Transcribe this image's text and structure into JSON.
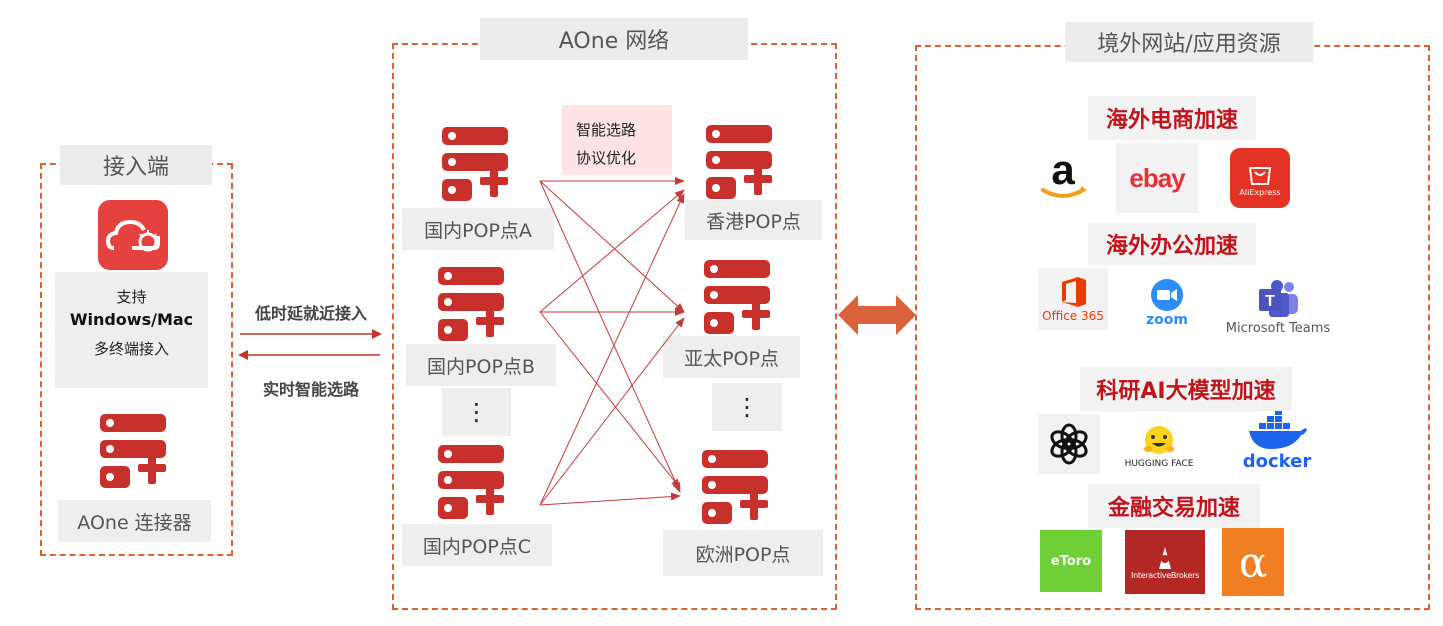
{
  "access": {
    "title": "接入端",
    "support_line1": "支持",
    "support_line2": "Windows/Mac",
    "support_line3": "多终端接入",
    "connector_label": "AOne 连接器"
  },
  "arrows": {
    "top_label": "低时延就近接入",
    "bottom_label": "实时智能选路"
  },
  "network": {
    "title": "AOne 网络",
    "note_line1": "智能选路",
    "note_line2": "协议优化",
    "pops_left": [
      "国内POP点A",
      "国内POP点B",
      "国内POP点C"
    ],
    "pops_right": [
      "香港POP点",
      "亚太POP点",
      "欧洲POP点"
    ],
    "ellipsis": "⋮"
  },
  "resources": {
    "title": "境外网站/应用资源",
    "cat_ecommerce": "海外电商加速",
    "cat_office": "海外办公加速",
    "cat_ai": "科研AI大模型加速",
    "cat_finance": "金融交易加速",
    "logo_ebay": "ebay",
    "logo_aliexpress": "AliExpress",
    "logo_office": "Office 365",
    "logo_zoom": "zoom",
    "logo_teams": "Microsoft Teams",
    "logo_hf": "HUGGING FACE",
    "logo_docker": "docker",
    "logo_etoro": "eToro",
    "logo_ib": "InteractiveBrokers",
    "logo_alpha": "α"
  },
  "colors": {
    "accent": "#d9623b",
    "server_red": "#c8302c",
    "category_red": "#c0141b"
  }
}
